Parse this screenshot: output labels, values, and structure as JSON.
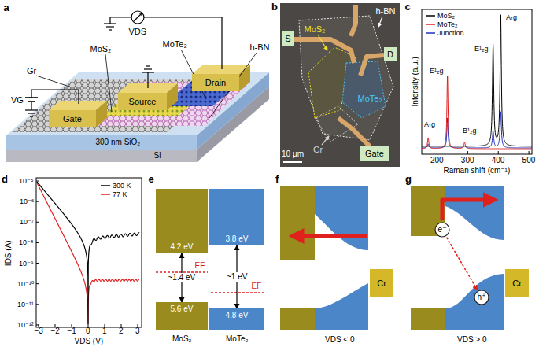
{
  "diagram": {
    "nodes": [
      {
        "text": [
          "Gate"
        ]
      },
      {
        "text": [
          "Source"
        ]
      },
      {
        "text": [
          "Drain"
        ]
      },
      {
        "text": [
          "S"
        ]
      },
      {
        "text": [
          "D"
        ]
      },
      {
        "text": [
          "Gate"
        ]
      },
      {
        "text": [
          "4.2 eV"
        ]
      },
      {
        "text": [
          "5.6 eV"
        ]
      },
      {
        "text": [
          "3.8 eV"
        ]
      },
      {
        "text": [
          "4.8 eV"
        ]
      },
      {
        "text": [
          "Cr"
        ]
      },
      {
        "text": [
          "e⁻"
        ]
      },
      {
        "text": [
          "h⁺"
        ]
      },
      {
        "text": [
          "Cr"
        ]
      }
    ],
    "edges": [
      {
        "from": 6,
        "to": 7,
        "label": "~1.4 eV",
        "arrow": "both"
      },
      {
        "from": 8,
        "to": 9,
        "label": "~1 eV",
        "arrow": "both"
      },
      {
        "from": 11,
        "to": 12,
        "arrow": "to"
      }
    ],
    "labels": [
      "a",
      "Gr",
      "MoS₂",
      "MoTe₂",
      "VDS",
      "h-BN",
      "VG",
      "300 nm SiO₂",
      "Si",
      "b",
      "MoS₂",
      "h-BN",
      "MoTe₂",
      "Gr",
      "10 µm",
      "c",
      "Intensity (a.u.)",
      "Raman shift (cm⁻¹)",
      "A₁g",
      "E¹₂g",
      "B¹₂g",
      "E¹₂g",
      "A₁g",
      "200",
      "300",
      "400",
      "500",
      "d",
      "IDS (A)",
      "VDS (V)",
      "10⁻⁵",
      "10⁻⁶",
      "10⁻⁷",
      "10⁻⁸",
      "10⁻⁹",
      "10⁻¹⁰",
      "10⁻¹¹",
      "10⁻¹²",
      "−3",
      "−2",
      "−1",
      "0",
      "1",
      "2",
      "3",
      "e",
      "EF",
      "EF",
      "MoS₂",
      "MoTe₂",
      "f",
      "VDS < 0",
      "g",
      "VDS > 0"
    ],
    "legend": [
      {
        "text": "MoS₂"
      },
      {
        "text": "MoTe₂"
      },
      {
        "text": "Junction"
      },
      {
        "text": "300 K"
      },
      {
        "text": "77 K"
      }
    ]
  }
}
